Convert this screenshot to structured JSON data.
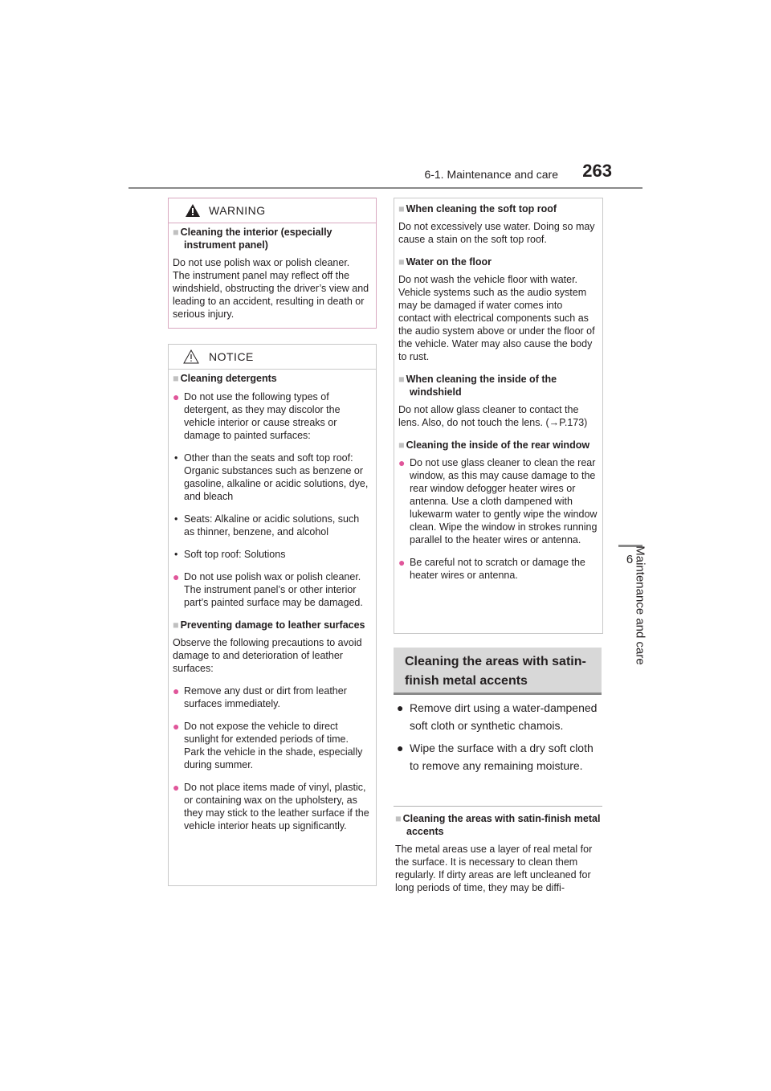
{
  "header": {
    "section_title": "6-1. Maintenance and care",
    "page_number": "263"
  },
  "side_tab": {
    "chapter_number": "6",
    "chapter_label": "Maintenance and care"
  },
  "warning": {
    "label": "WARNING",
    "heading": "Cleaning the interior (especially instrument panel)",
    "body": "Do not use polish wax or polish cleaner. The instrument panel may reflect off the windshield, obstructing the driver’s view and leading to an accident, resulting in death or serious injury."
  },
  "notice": {
    "label": "NOTICE",
    "h1": "Cleaning detergents",
    "b1": "Do not use the following types of detergent, as they may discolor the vehicle interior or cause streaks or damage to painted surfaces:",
    "d1": "Other than the seats and soft top roof: Organic substances such as benzene or gasoline, alkaline or acidic solutions, dye, and bleach",
    "d2": "Seats: Alkaline or acidic solutions, such as thinner, benzene, and alcohol",
    "d3": "Soft top roof: Solutions",
    "b2": "Do not use polish wax or polish cleaner. The instrument panel’s or other interior part’s painted surface may be damaged.",
    "h2": "Preventing damage to leather surfaces",
    "p2": "Observe the following precautions to avoid damage to and deterioration of leather surfaces:",
    "b3": "Remove any dust or dirt from leather surfaces immediately.",
    "b4": "Do not expose the vehicle to direct sunlight for extended periods of time. Park the vehicle in the shade, especially during summer.",
    "b5": "Do not place items made of vinyl, plastic, or containing wax on the upholstery, as they may stick to the leather surface if the vehicle interior heats up significantly."
  },
  "right_box": {
    "h1": "When cleaning the soft top roof",
    "p1": "Do not excessively use water. Doing so may cause a stain on the soft top roof.",
    "h2": "Water on the floor",
    "p2": "Do not wash the vehicle floor with water. Vehicle systems such as the audio system may be damaged if water comes into contact with electrical components such as the audio system above or under the floor of the vehicle. Water may also cause the body to rust.",
    "h3": "When cleaning the inside of the windshield",
    "p3": "Do not allow glass cleaner to contact the lens. Also, do not touch the lens. (→P.173)",
    "h4": "Cleaning the inside of the rear window",
    "b1": "Do not use glass cleaner to clean the rear window, as this may cause damage to the rear window defogger heater wires or antenna. Use a cloth dampened with lukewarm water to gently wipe the window clean. Wipe the window in strokes running parallel to the heater wires or antenna.",
    "b2": "Be careful not to scratch or damage the heater wires or antenna."
  },
  "section": {
    "title": "Cleaning the areas with satin-finish metal accents",
    "bullet1": "Remove dirt using a water-dampened soft cloth or synthetic chamois.",
    "bullet2": "Wipe the surface with a dry soft cloth to remove any remaining moisture.",
    "sub_heading": "Cleaning the areas with satin-finish metal accents",
    "sub_body": "The metal areas use a layer of real metal for the surface. It is necessary to clean them regularly. If dirty areas are left uncleaned for long periods of time, they may be diffi-"
  }
}
